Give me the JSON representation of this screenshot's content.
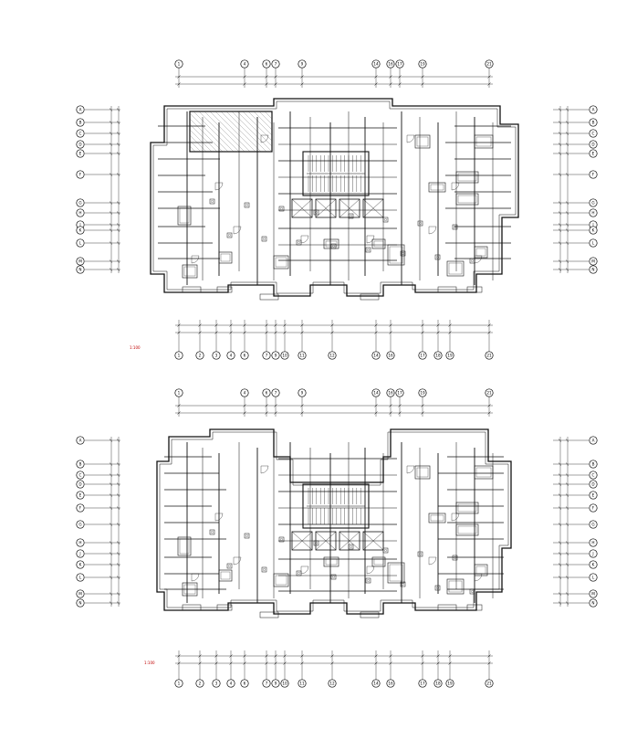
{
  "drawing": {
    "plan_top": {
      "title_note": "1:100",
      "top_grid_labels": [
        "1",
        "4",
        "6",
        "7",
        "9",
        "14",
        "16",
        "17",
        "19",
        "21"
      ],
      "bottom_grid_labels": [
        "1",
        "2",
        "3",
        "4",
        "6",
        "7",
        "9",
        "10",
        "11",
        "12",
        "14",
        "16",
        "17",
        "18",
        "19",
        "21"
      ],
      "left_grid_labels": [
        "A",
        "B",
        "C",
        "D",
        "E",
        "F",
        "G",
        "H",
        "J",
        "K",
        "L",
        "M",
        "N"
      ],
      "right_grid_labels": [
        "A",
        "B",
        "C",
        "D",
        "E",
        "F",
        "G",
        "H",
        "J",
        "K",
        "L",
        "M",
        "N"
      ]
    },
    "plan_bottom": {
      "title_note": "1:100",
      "top_grid_labels": [
        "1",
        "4",
        "6",
        "7",
        "9",
        "14",
        "16",
        "17",
        "19",
        "21"
      ],
      "bottom_grid_labels": [
        "1",
        "2",
        "3",
        "4",
        "6",
        "7",
        "9",
        "10",
        "11",
        "12",
        "14",
        "16",
        "17",
        "18",
        "19",
        "21"
      ],
      "left_grid_labels": [
        "A",
        "B",
        "C",
        "D",
        "E",
        "F",
        "G",
        "H",
        "J",
        "K",
        "L",
        "M",
        "N"
      ],
      "right_grid_labels": [
        "A",
        "B",
        "C",
        "D",
        "E",
        "F",
        "G",
        "H",
        "J",
        "K",
        "L",
        "M",
        "N"
      ]
    },
    "colors": {
      "line": "#111111",
      "grid_bubble": "#000000",
      "title_text": "#c00000",
      "hatch": "#444444"
    }
  }
}
